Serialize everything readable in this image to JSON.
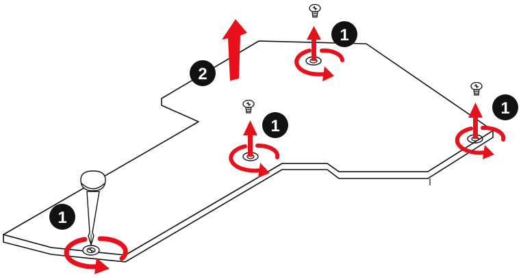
{
  "diagram": {
    "colors": {
      "arrow": "#e8111b",
      "badge": "#111111",
      "badge_text": "#ffffff",
      "plate_stroke": "#111111",
      "plate_fill": "#ffffff"
    },
    "steps": {
      "remove_screws": "1",
      "lift_cover": "2"
    },
    "components": {
      "cover": "m2-shield-cover",
      "screw": "screw-icon",
      "tool": "screwdriver-icon",
      "rotation": "counterclockwise-arrow-icon",
      "lift": "up-arrow-icon"
    }
  }
}
